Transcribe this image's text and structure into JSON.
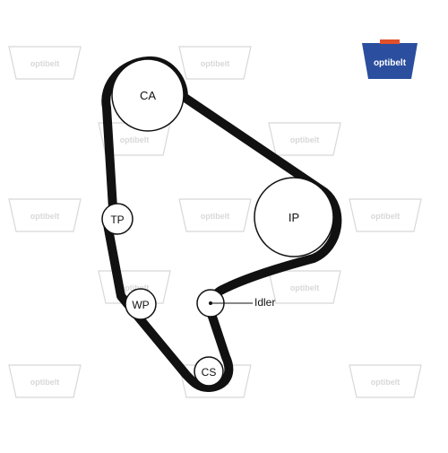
{
  "diagram": {
    "pulleys": {
      "ca": "CA",
      "ip": "IP",
      "tp": "TP",
      "wp": "WP",
      "idler": "Idler",
      "cs": "CS"
    }
  },
  "logo": {
    "brand": "optibelt",
    "accent_color": "#2b4f9e",
    "stripe_color": "#e2502a"
  },
  "watermark": {
    "brand": "optibelt",
    "color": "#d8d8d8"
  },
  "colors": {
    "belt": "#111111",
    "pulley_stroke": "#111111",
    "pulley_fill": "#ffffff"
  }
}
